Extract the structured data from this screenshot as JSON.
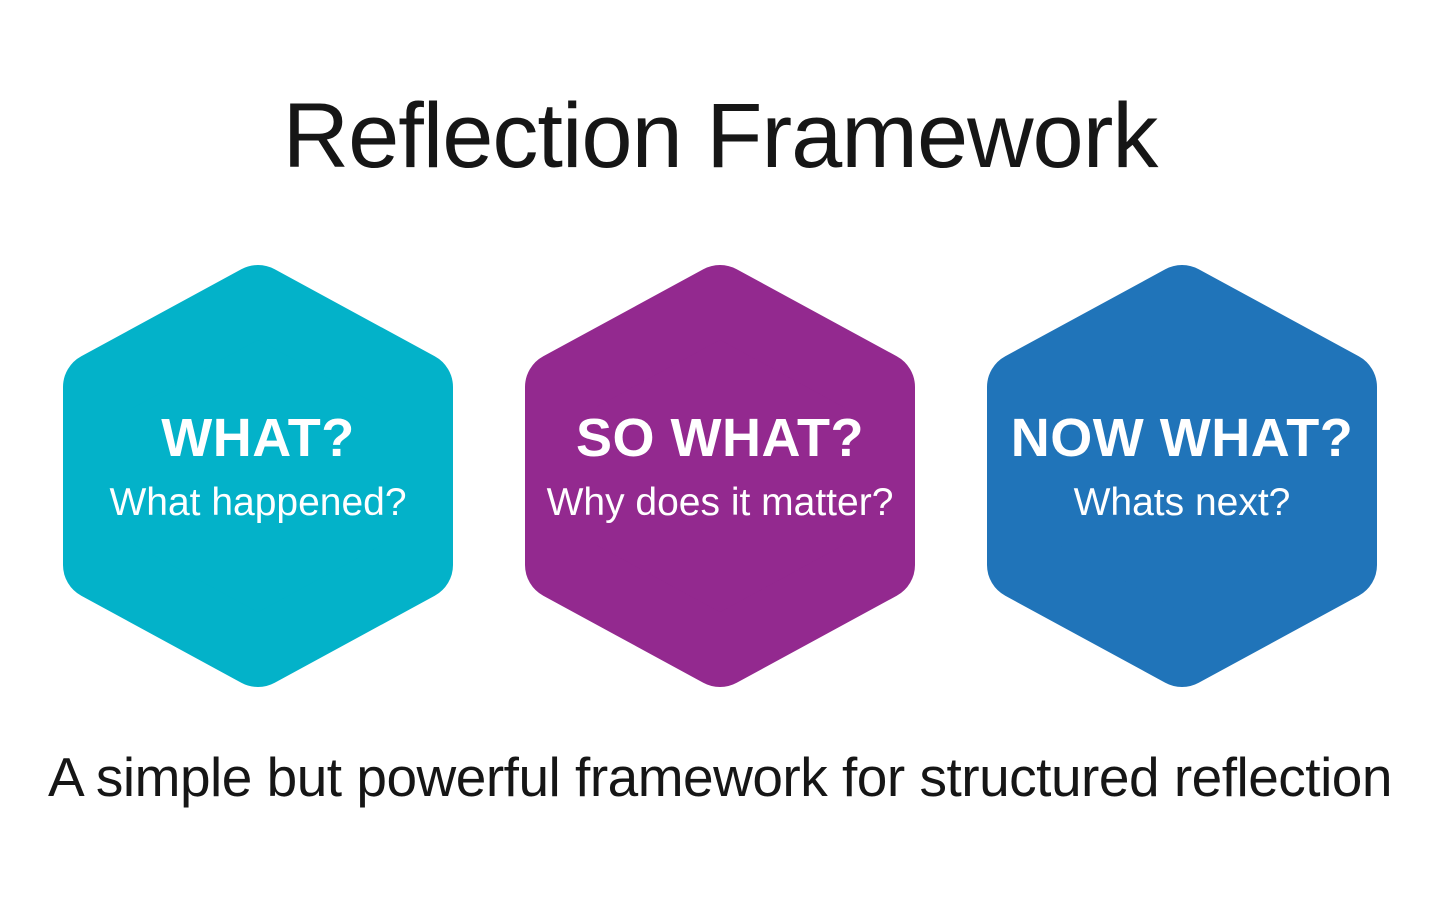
{
  "title": "Reflection Framework",
  "footer_caption": "A simple but powerful framework for structured reflection",
  "colors": {
    "background": "#ffffff",
    "text": "#161616",
    "hex_text": "#ffffff"
  },
  "hexagons": [
    {
      "heading": "WHAT?",
      "subtext": "What happened?",
      "color": "#03B2C9"
    },
    {
      "heading": "SO WHAT?",
      "subtext": "Why does it matter?",
      "color": "#93298F"
    },
    {
      "heading": "NOW WHAT?",
      "subtext": "Whats next?",
      "color": "#2074B9"
    }
  ]
}
